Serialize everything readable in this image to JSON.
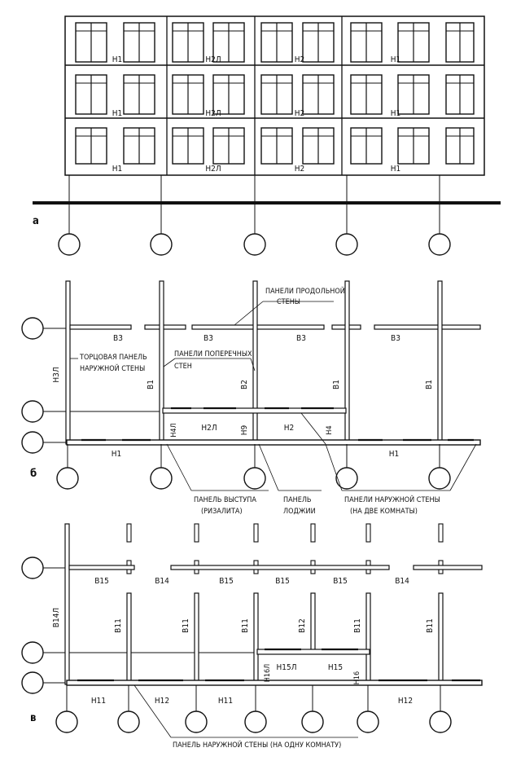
{
  "sections": {
    "a": {
      "letter": "а",
      "panel_rows": [
        [
          "Н1",
          "Н2Л",
          "Н2",
          "Н1"
        ],
        [
          "Н1",
          "Н2Л",
          "Н2",
          "Н1"
        ],
        [
          "Н1",
          "Н2Л",
          "Н2",
          "Н1"
        ]
      ]
    },
    "b": {
      "letter": "б",
      "longitudinal": [
        "В3",
        "В3",
        "В3",
        "В3"
      ],
      "transverse": [
        "В1",
        "В2",
        "В1",
        "В1"
      ],
      "end_panel": "Н3Л",
      "front": [
        "Н1",
        "Н9",
        "Н1"
      ],
      "loggia_left": "Н4Л",
      "loggia": [
        "Н2Л",
        "Н2"
      ],
      "loggia_right": "Н4",
      "callouts": {
        "longitudinal": [
          "ПАНЕЛИ ПРОДОЛЬНОЙ",
          "СТЕНЫ"
        ],
        "end_panel": [
          "ТОРЦОВАЯ ПАНЕЛЬ",
          "НАРУЖНОЙ СТЕНЫ"
        ],
        "transverse": [
          "ПАНЕЛИ ПОПЕРЕЧНЫХ",
          "СТЕН"
        ],
        "projection": [
          "ПАНЕЛЬ ВЫСТУПА",
          "(РИЗАЛИТА)"
        ],
        "loggia": [
          "ПАНЕЛЬ",
          "ЛОДЖИИ"
        ],
        "outer_two": [
          "ПАНЕЛИ НАРУЖНОЙ СТЕНЫ",
          "(НА ДВЕ КОМНАТЫ)"
        ]
      }
    },
    "c": {
      "letter": "в",
      "longitudinal": [
        "В15",
        "В14",
        "В15",
        "В15",
        "В15",
        "В14"
      ],
      "transverse": [
        "В11",
        "В11",
        "В11",
        "В12",
        "В11",
        "В11"
      ],
      "end_panel": "В14Л",
      "front": [
        "Н11",
        "Н12",
        "Н11",
        "Н12"
      ],
      "loggia_left": "Н16Л",
      "loggia": [
        "Н15Л",
        "Н15"
      ],
      "loggia_right": "Н16",
      "callout": "ПАНЕЛЬ НАРУЖНОЙ СТЕНЫ (НА ОДНУ КОМНАТУ)"
    }
  }
}
